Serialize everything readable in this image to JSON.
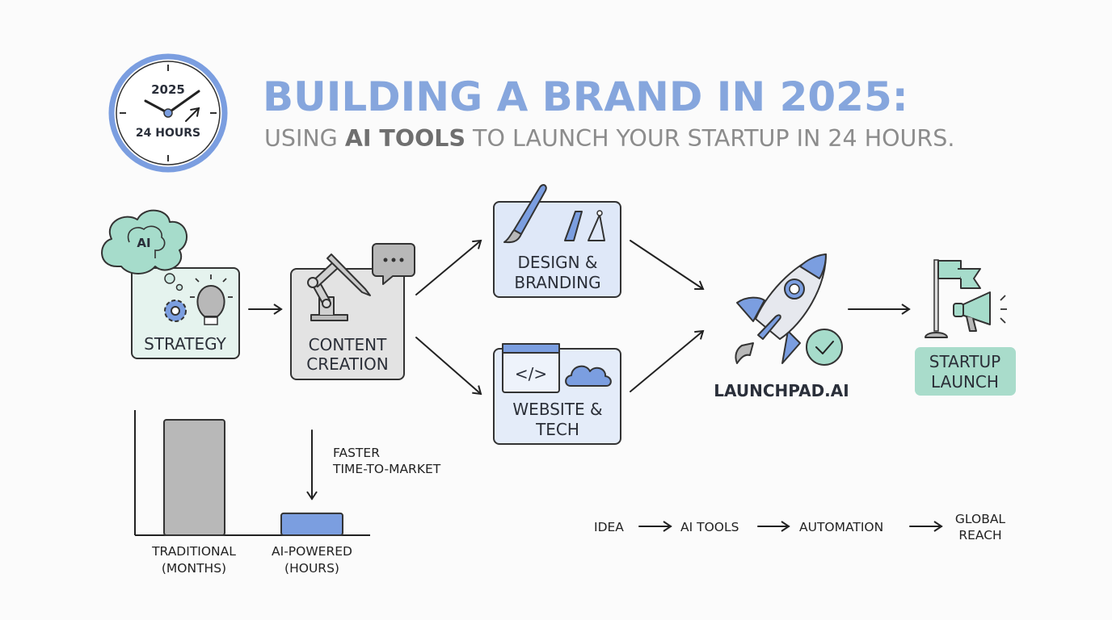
{
  "header": {
    "title": "BUILDING A BRAND IN 2025:",
    "subtitle_pre": "USING ",
    "subtitle_bold": "AI TOOLS",
    "subtitle_post": " TO LAUNCH YOUR STARTUP IN 24 HOURS."
  },
  "clock": {
    "year": "2025",
    "hours": "24 HOURS"
  },
  "steps": {
    "strategy": {
      "label": "STRATEGY",
      "cloud_text": "AI"
    },
    "content": {
      "line1": "CONTENT",
      "line2": "CREATION"
    },
    "design": {
      "line1": "DESIGN &",
      "line2": "BRANDING"
    },
    "website": {
      "line1": "WEBSITE &",
      "line2": "TECH"
    },
    "launchpad": {
      "label": "LAUNCHPAD.AI"
    },
    "launch": {
      "line1": "STARTUP",
      "line2": "LAUNCH"
    }
  },
  "comparison": {
    "bars": [
      {
        "line1": "TRADITIONAL",
        "line2": "(MONTHS)",
        "relative_value": 1.0
      },
      {
        "line1": "AI-POWERED",
        "line2": "(HOURS)",
        "relative_value": 0.19
      }
    ],
    "note_line1": "FASTER",
    "note_line2": "TIME-TO-MARKET"
  },
  "flow": {
    "items": [
      "IDEA",
      "AI TOOLS",
      "AUTOMATION"
    ],
    "last_line1": "GLOBAL",
    "last_line2": "REACH"
  },
  "colors": {
    "blue": "#7b9ee0",
    "teal": "#a6dccb",
    "gray": "#b8b8b8"
  }
}
